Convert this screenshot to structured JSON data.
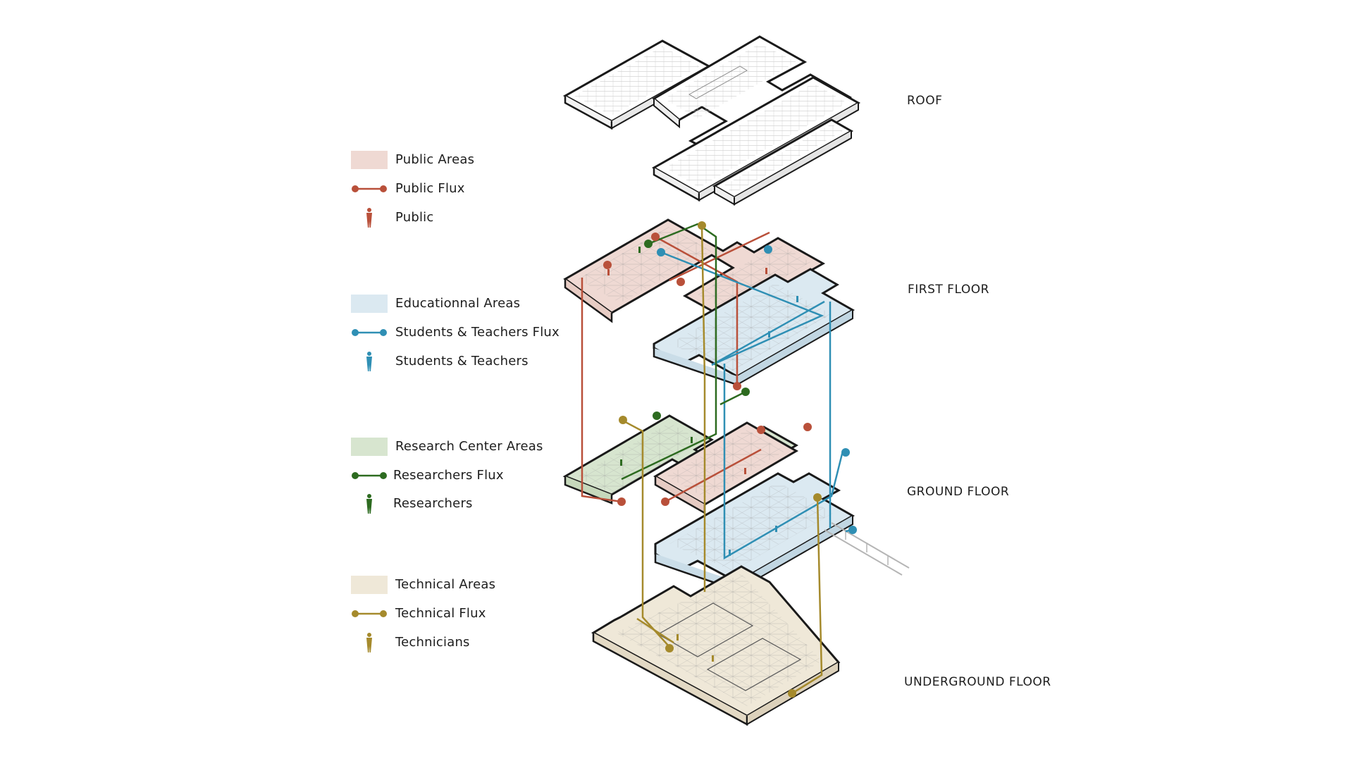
{
  "colors": {
    "public_area": "#efd9d3",
    "public_flux": "#b9503a",
    "educational_area": "#dbe9f1",
    "students_flux": "#2f8fb4",
    "research_area": "#d7e5cf",
    "researchers_flux": "#2d6b20",
    "technical_area": "#efe8d8",
    "technical_flux": "#a58a2c"
  },
  "legend": [
    {
      "kind": "area",
      "label": "Public Areas",
      "color": "#efd9d3"
    },
    {
      "kind": "flux",
      "label": "Public Flux",
      "color": "#b9503a"
    },
    {
      "kind": "person",
      "label": "Public",
      "color": "#b9503a"
    },
    {
      "kind": "area",
      "label": "Educationnal Areas",
      "color": "#dbe9f1"
    },
    {
      "kind": "flux",
      "label": "Students & Teachers Flux",
      "color": "#2f8fb4"
    },
    {
      "kind": "person",
      "label": "Students & Teachers",
      "color": "#2f8fb4"
    },
    {
      "kind": "area",
      "label": "Research Center Areas",
      "color": "#d7e5cf"
    },
    {
      "kind": "flux",
      "label": "Researchers Flux",
      "color": "#2d6b20"
    },
    {
      "kind": "person",
      "label": "Researchers",
      "color": "#2d6b20"
    },
    {
      "kind": "area",
      "label": "Technical Areas",
      "color": "#efe8d8"
    },
    {
      "kind": "flux",
      "label": "Technical Flux",
      "color": "#a58a2c"
    },
    {
      "kind": "person",
      "label": "Technicians",
      "color": "#a58a2c"
    }
  ],
  "floors": {
    "roof": "ROOF",
    "first": "FIRST FLOOR",
    "ground": "GROUND FLOOR",
    "underground": "UNDERGROUND FLOOR"
  }
}
